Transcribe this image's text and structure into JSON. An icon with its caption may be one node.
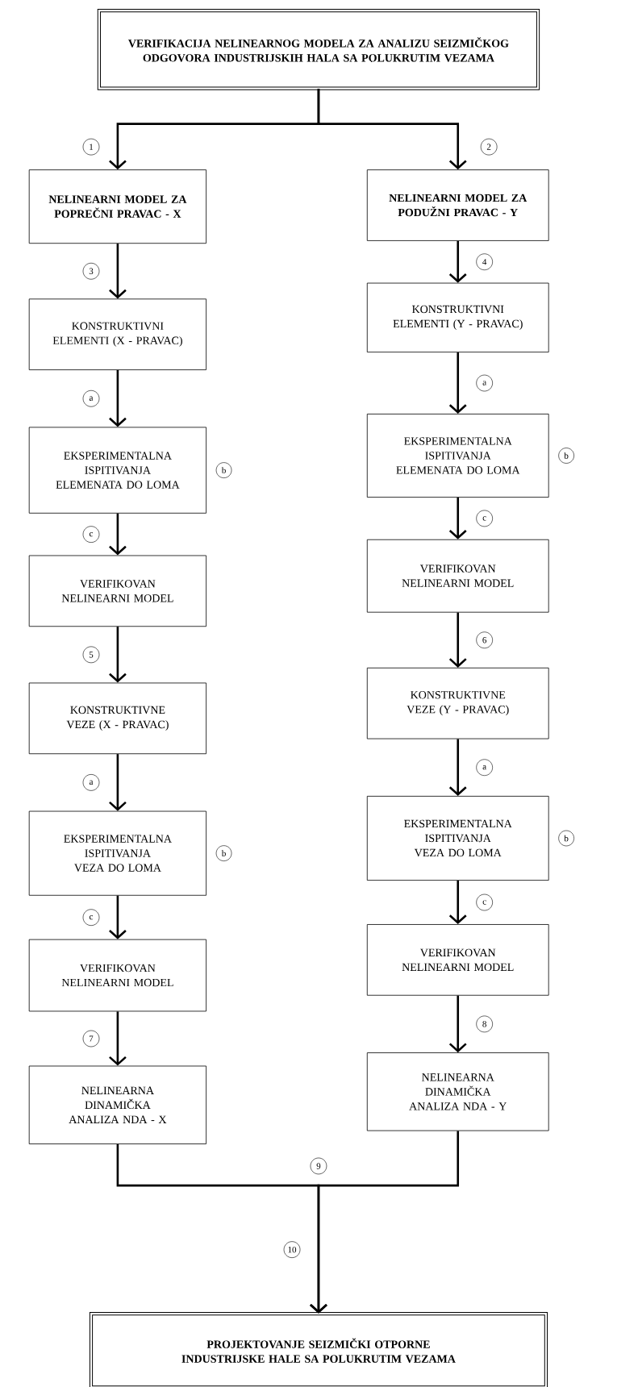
{
  "diagram": {
    "nodes": [
      {
        "text": [
          "VERIFIKACIJA NELINEARNOG MODELA ZA ANALIZU SEIZMIČKOG ODGOVORA INDUSTRIJSKIH HALA SA POLUKRUTIM VEZAMA"
        ]
      },
      {
        "text": [
          "NELINEARNI MODEL ZA POPREČNI PRAVAC - X"
        ]
      },
      {
        "text": [
          "NELINEARNI MODEL ZA PODUŽNI PRAVAC - Y"
        ]
      },
      {
        "text": [
          "KONSTRUKTIVNI ELEMENTI (X - PRAVAC)"
        ]
      },
      {
        "text": [
          "KONSTRUKTIVNI ELEMENTI (Y - PRAVAC)"
        ]
      },
      {
        "text": [
          "EKSPERIMENTALNA ISPITIVANJA ELEMENATA DO LOMA"
        ],
        "beside": [
          "b"
        ]
      },
      {
        "text": [
          "EKSPERIMENTALNA ISPITIVANJA ELEMENATA DO LOMA"
        ],
        "beside": [
          "b"
        ]
      },
      {
        "text": [
          "VERIFIKOVAN NELINEARNI MODEL"
        ]
      },
      {
        "text": [
          "VERIFIKOVAN NELINEARNI MODEL"
        ]
      },
      {
        "text": [
          "KONSTRUKTIVNE VEZE (X - PRAVAC)"
        ]
      },
      {
        "text": [
          "KONSTRUKTIVNE VEZE (Y - PRAVAC)"
        ]
      },
      {
        "text": [
          "EKSPERIMENTALNA ISPITIVANJA VEZA DO LOMA"
        ],
        "beside": [
          "b"
        ]
      },
      {
        "text": [
          "EKSPERIMENTALNA ISPITIVANJA VEZA DO LOMA"
        ],
        "beside": [
          "b"
        ]
      },
      {
        "text": [
          "VERIFIKOVAN NELINEARNI MODEL"
        ]
      },
      {
        "text": [
          "VERIFIKOVAN NELINEARNI MODEL"
        ]
      },
      {
        "text": [
          "NELINEARNA DINAMIČKA ANALIZA NDA - X"
        ]
      },
      {
        "text": [
          "NELINEARNA DINAMIČKA ANALIZA NDA - Y"
        ]
      },
      {
        "text": [
          "PROJEKTOVANJE SEIZMIČKI OTPORNE INDUSTRIJSKE HALE SA POLUKRUTIM VEZAMA"
        ]
      }
    ],
    "edges": [
      {
        "from": 0,
        "to": 1,
        "arrow": "to",
        "label": "1"
      },
      {
        "from": 0,
        "to": 2,
        "arrow": "to",
        "label": "2"
      },
      {
        "from": 1,
        "to": 3,
        "arrow": "to",
        "label": "3"
      },
      {
        "from": 2,
        "to": 4,
        "arrow": "to",
        "label": "4"
      },
      {
        "from": 3,
        "to": 5,
        "arrow": "to",
        "label": "a"
      },
      {
        "from": 4,
        "to": 6,
        "arrow": "to",
        "label": "a"
      },
      {
        "from": 5,
        "to": 7,
        "arrow": "to",
        "label": "c"
      },
      {
        "from": 6,
        "to": 8,
        "arrow": "to",
        "label": "c"
      },
      {
        "from": 7,
        "to": 9,
        "arrow": "to",
        "label": "5"
      },
      {
        "from": 8,
        "to": 10,
        "arrow": "to",
        "label": "6"
      },
      {
        "from": 9,
        "to": 11,
        "arrow": "to",
        "label": "a"
      },
      {
        "from": 10,
        "to": 12,
        "arrow": "to",
        "label": "a"
      },
      {
        "from": 11,
        "to": 13,
        "arrow": "to",
        "label": "c"
      },
      {
        "from": 12,
        "to": 14,
        "arrow": "to",
        "label": "c"
      },
      {
        "from": 13,
        "to": 15,
        "arrow": "to",
        "label": "7"
      },
      {
        "from": 14,
        "to": 16,
        "arrow": "to",
        "label": "8"
      },
      {
        "from": 15,
        "to": 17,
        "arrow": "to",
        "label": "9"
      },
      {
        "from": 16,
        "to": 17,
        "arrow": "to",
        "label": "10"
      }
    ]
  }
}
